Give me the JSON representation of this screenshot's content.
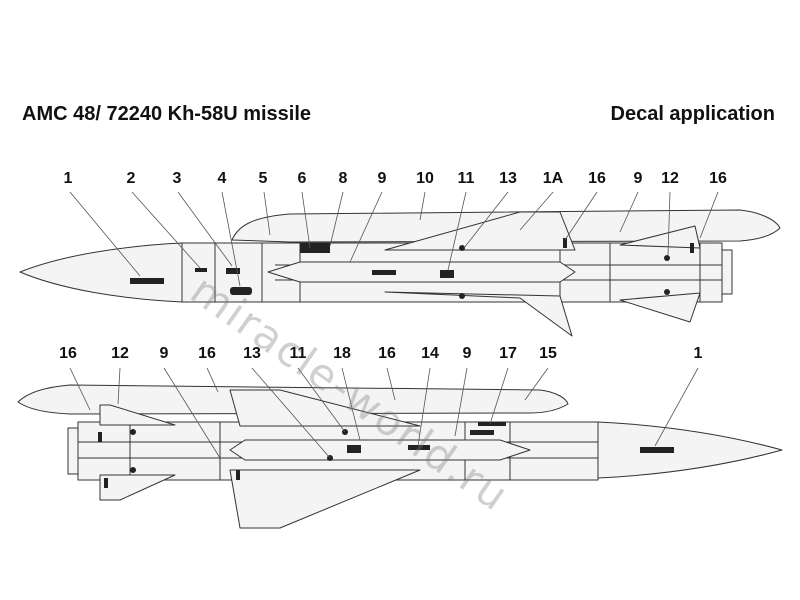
{
  "header": {
    "title": "AMC 48/ 72240 Kh-58U missile",
    "subtitle": "Decal application"
  },
  "top_view": {
    "callouts": [
      "1",
      "2",
      "3",
      "4",
      "5",
      "6",
      "8",
      "9",
      "10",
      "11",
      "13",
      "1A",
      "16",
      "9",
      "12",
      "16"
    ]
  },
  "bottom_view": {
    "callouts": [
      "16",
      "12",
      "9",
      "16",
      "13",
      "11",
      "18",
      "16",
      "14",
      "9",
      "17",
      "15",
      "1"
    ]
  },
  "watermark": "miracle-world.ru",
  "colors": {
    "line": "#333333",
    "fill": "#f4f4f4",
    "stencil": "#222222"
  }
}
